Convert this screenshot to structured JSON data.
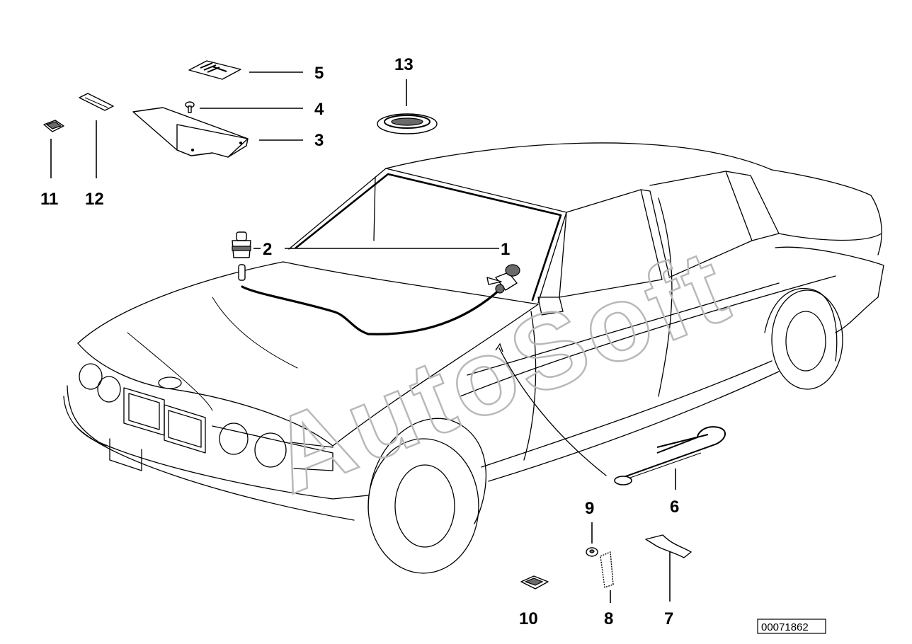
{
  "callouts": {
    "c1": "1",
    "c2": "2",
    "c3": "3",
    "c4": "4",
    "c5": "5",
    "c6": "6",
    "c7": "7",
    "c8": "8",
    "c9": "9",
    "c10": "10",
    "c11": "11",
    "c12": "12",
    "c13": "13"
  },
  "reference_number": "00071862",
  "watermark": "AutoSoft"
}
